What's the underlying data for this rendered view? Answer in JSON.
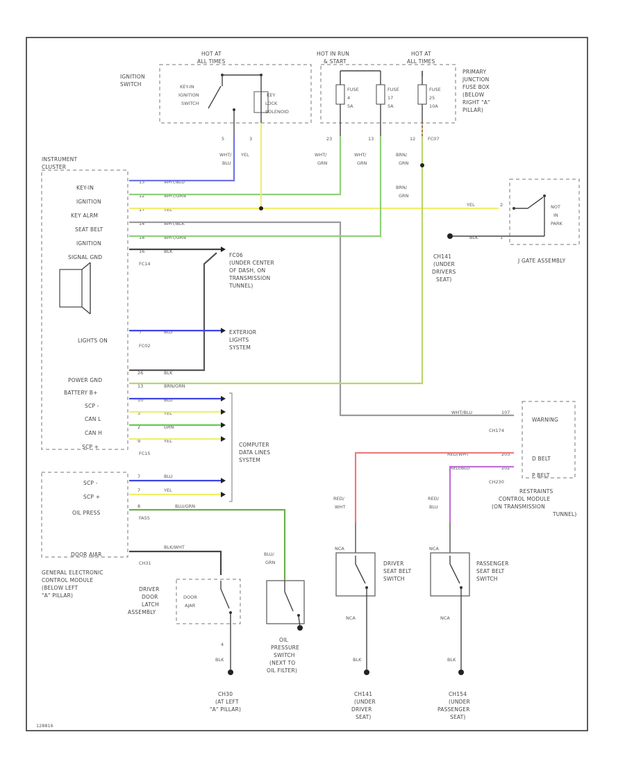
{
  "ignition_switch": {
    "title": [
      "IGNITION",
      "SWITCH"
    ],
    "hot_at": [
      "HOT AT",
      "ALL TIMES"
    ],
    "keyin": [
      "KEY-IN",
      "IGNITION",
      "SWITCH"
    ],
    "solenoid": [
      "KEY",
      "LOCK",
      "SOLENOID"
    ],
    "pins": [
      "5",
      "3"
    ]
  },
  "fuse_box": {
    "title": [
      "PRIMARY",
      "JUNCTION",
      "FUSE BOX",
      "(BELOW",
      "RIGHT \"A\"",
      "PILLAR)"
    ],
    "hot_run": [
      "HOT IN RUN",
      "& START"
    ],
    "hot_all": [
      "HOT AT",
      "ALL TIMES"
    ],
    "fuse1": [
      "FUSE",
      "4",
      "5A"
    ],
    "fuse2": [
      "FUSE",
      "17",
      "5A"
    ],
    "fuse3": [
      "FUSE",
      "25",
      "10A"
    ],
    "pins": [
      "23",
      "13",
      "12"
    ],
    "connector": "FC07"
  },
  "wire_colors": {
    "wht_blu": [
      "WHT/",
      "BLU"
    ],
    "yel": "YEL",
    "wht_grn_a": [
      "WHT/",
      "GRN"
    ],
    "wht_grn_b": [
      "WHT/",
      "GRN"
    ],
    "brn_grn_a": [
      "BRN/",
      "GRN"
    ],
    "brn_grn_b": [
      "BRN/",
      "GRN"
    ]
  },
  "instrument_cluster": {
    "title": [
      "INSTRUMENT",
      "CLUSTER"
    ],
    "pins": [
      "KEY-IN",
      "IGNITION",
      "KEY ALRM",
      "SEAT BELT",
      "IGNITION",
      "SIGNAL GND"
    ],
    "pin_nums": [
      "13",
      "12",
      "17",
      "14",
      "18",
      "16"
    ],
    "wires": [
      "WHT/BLU",
      "WHT/GRN",
      "YEL",
      "WHT/BLK",
      "WHT/GRN",
      "BLK"
    ],
    "fc14": "FC14",
    "lights_on": "LIGHTS ON",
    "lights_wire": "BLU",
    "lights_num": "7",
    "fc02": "FC02",
    "bottom_pins": [
      "POWER GND",
      "BATTERY B+",
      "SCP -",
      "CAN L",
      "CAN H",
      "SCP +"
    ],
    "bottom_nums": [
      "26",
      "13",
      "10",
      "3",
      "2",
      "9"
    ],
    "bottom_wires": [
      "BLK",
      "BRN/GRN",
      "BLU",
      "YEL",
      "GRN",
      "YEL"
    ],
    "fc15": "FC15"
  },
  "ground_fc06": [
    "FC06",
    "(UNDER CENTER",
    "OF DASH, ON",
    "TRANSMISSION",
    "TUNNEL)"
  ],
  "exterior": [
    "EXTERIOR",
    "LIGHTS",
    "SYSTEM"
  ],
  "computer_data": [
    "COMPUTER",
    "DATA LINES",
    "SYSTEM"
  ],
  "j_gate": {
    "label": "J GATE ASSEMBLY",
    "switch": [
      "NOT",
      "IN",
      "PARK"
    ],
    "wire_yel": "YEL",
    "pin_yel": "2",
    "wire_blk": "BLK",
    "pin_blk": "1"
  },
  "ch141": [
    "CH141",
    "(UNDER",
    "DRIVERS",
    "SEAT)"
  ],
  "restraints": {
    "title": [
      "RESTRAINTS",
      "CONTROL MODULE",
      "(ON TRANSMISSION",
      "TUNNEL)"
    ],
    "warning": "WARNING",
    "dbelt": "D BELT",
    "pbelt": "P BELT",
    "ch174": "CH174",
    "ch230": "CH230",
    "w1": "WHT/BLU",
    "w2": "RED/WHT",
    "w3": "RED/BLU",
    "p1": "107",
    "p2": "203",
    "p3": "202"
  },
  "gem": {
    "title": [
      "GENERAL ELECTRONIC",
      "CONTROL MODULE",
      "(BELOW LEFT",
      "\"A\" PILLAR)"
    ],
    "pins": [
      "SCP -",
      "SCP +",
      "OIL PRESS"
    ],
    "pin_nums": [
      "7",
      "7",
      "8"
    ],
    "wires": [
      "BLU",
      "YEL",
      "BLU/GRN"
    ],
    "door": "DOOR AJAR",
    "fa55": "FA55",
    "ch31": "CH31",
    "door_wire": "BLK/WHT"
  },
  "door_latch": {
    "title": [
      "DRIVER",
      "DOOR",
      "LATCH",
      "ASSEMBLY"
    ],
    "sw": [
      "DOOR",
      "AJAR"
    ],
    "pin": "4",
    "wire": "BLK",
    "ground": [
      "CH30",
      "(AT LEFT",
      "\"A\" PILLAR)"
    ]
  },
  "oil": {
    "wire": [
      "BLU/",
      "GRN"
    ],
    "title": [
      "OIL",
      "PRESSURE",
      "SWITCH",
      "(NEXT TO",
      "OIL FILTER)"
    ]
  },
  "driver_belt": {
    "wires_top": [
      "RED/",
      "WHT"
    ],
    "nca": "NCA",
    "title": [
      "DRIVER",
      "SEAT BELT",
      "SWITCH"
    ],
    "nca_b": "NCA",
    "wire": "BLK",
    "ground": [
      "CH141",
      "(UNDER",
      "DRIVER",
      "SEAT)"
    ]
  },
  "pass_belt": {
    "wires_top": [
      "RED/",
      "BLU"
    ],
    "nca": "NCA",
    "title": [
      "PASSENGER",
      "SEAT BELT",
      "SWITCH"
    ],
    "nca_b": "NCA",
    "wire": "BLK",
    "ground": [
      "CH154",
      "(UNDER",
      "PASSENGER",
      "SEAT)"
    ]
  },
  "footer": "128816"
}
